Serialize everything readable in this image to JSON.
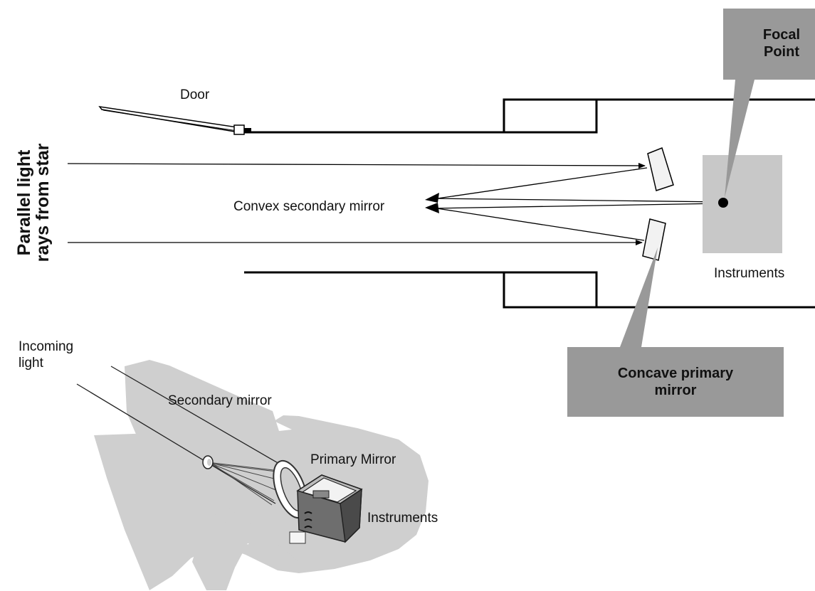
{
  "labels": {
    "door": "Door",
    "parallel_line1": "Parallel light",
    "parallel_line2": "rays from star",
    "convex_secondary": "Convex secondary mirror",
    "focal_line1": "Focal",
    "focal_line2": "Point",
    "instruments_top": "Instruments",
    "concave_line1": "Concave primary",
    "concave_line2": "mirror",
    "incoming_line1": "Incoming",
    "incoming_line2": "light",
    "secondary_mirror": "Secondary mirror",
    "primary_mirror": "Primary Mirror",
    "instruments_bottom": "Instruments"
  },
  "colors": {
    "tube_line": "#000000",
    "instrument_box": "#c8c8c8",
    "callout_fill": "#999999",
    "silhouette": "#cfcfcf",
    "mirror_fill": "#f2f2f2"
  }
}
